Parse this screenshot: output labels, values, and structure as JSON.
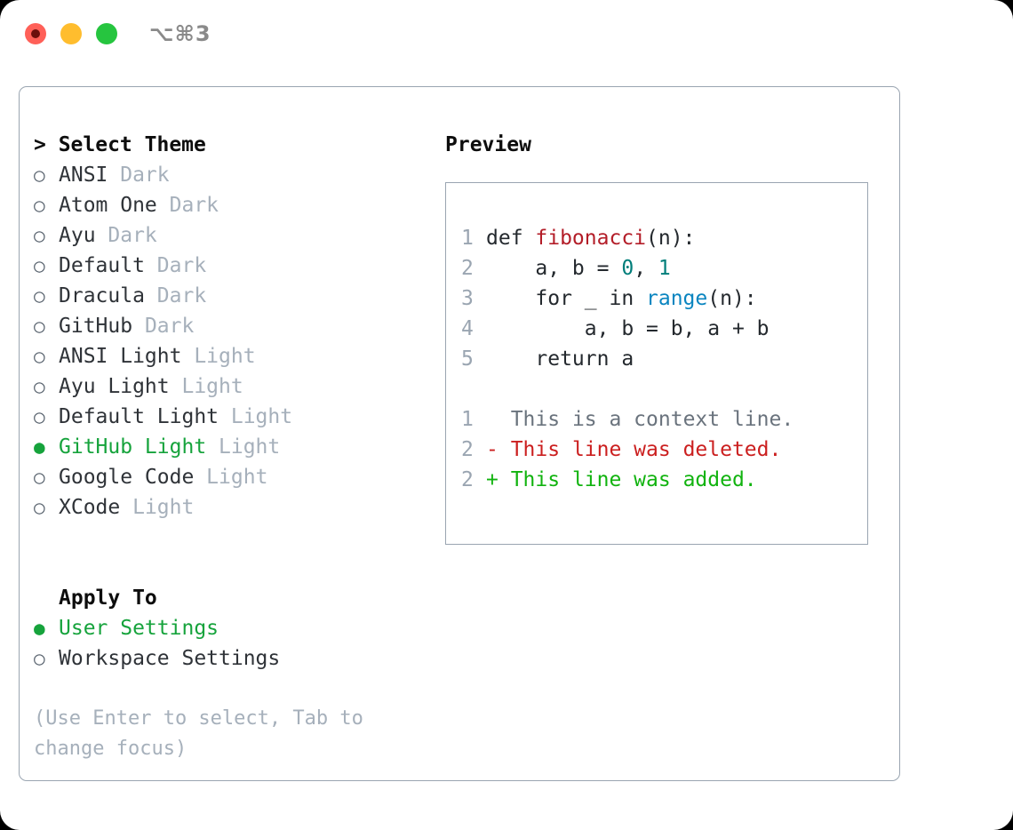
{
  "titlebar": {
    "shortcut": "⌥⌘3",
    "buttons": [
      {
        "name": "close",
        "color": "#ff6058"
      },
      {
        "name": "minimize",
        "color": "#ffbd2e"
      },
      {
        "name": "maximize",
        "color": "#26c53f"
      }
    ]
  },
  "colors": {
    "accent_green": "#16a33c",
    "muted": "#a6b0bb",
    "border": "#9aa5b1",
    "text": "#2f3338",
    "diff_add": "#11b30f",
    "diff_del": "#cb1f1f",
    "code_func": "#b31d28",
    "code_num": "#017e7a",
    "code_builtin": "#0a85c0"
  },
  "theme_section": {
    "header": "> Select Theme",
    "items": [
      {
        "marker": "○",
        "label": "ANSI",
        "badge": "Dark",
        "selected": false
      },
      {
        "marker": "○",
        "label": "Atom One",
        "badge": "Dark",
        "selected": false
      },
      {
        "marker": "○",
        "label": "Ayu",
        "badge": "Dark",
        "selected": false
      },
      {
        "marker": "○",
        "label": "Default",
        "badge": "Dark",
        "selected": false
      },
      {
        "marker": "○",
        "label": "Dracula",
        "badge": "Dark",
        "selected": false
      },
      {
        "marker": "○",
        "label": "GitHub",
        "badge": "Dark",
        "selected": false
      },
      {
        "marker": "○",
        "label": "ANSI Light",
        "badge": "Light",
        "selected": false
      },
      {
        "marker": "○",
        "label": "Ayu Light",
        "badge": "Light",
        "selected": false
      },
      {
        "marker": "○",
        "label": "Default Light",
        "badge": "Light",
        "selected": false
      },
      {
        "marker": "●",
        "label": "GitHub Light",
        "badge": "Light",
        "selected": true
      },
      {
        "marker": "○",
        "label": "Google Code",
        "badge": "Light",
        "selected": false
      },
      {
        "marker": "○",
        "label": "XCode",
        "badge": "Light",
        "selected": false
      }
    ]
  },
  "apply_section": {
    "header": "Apply To",
    "items": [
      {
        "marker": "●",
        "label": "User Settings",
        "selected": true
      },
      {
        "marker": "○",
        "label": "Workspace Settings",
        "selected": false
      }
    ]
  },
  "hint": "(Use Enter to select, Tab to change focus)",
  "preview": {
    "title": "Preview",
    "code_lines": [
      {
        "no": "1",
        "tokens": [
          {
            "t": "def ",
            "c": "plain"
          },
          {
            "t": "fibonacci",
            "c": "func"
          },
          {
            "t": "(n):",
            "c": "plain"
          }
        ]
      },
      {
        "no": "2",
        "tokens": [
          {
            "t": "    a, b = ",
            "c": "plain"
          },
          {
            "t": "0",
            "c": "num"
          },
          {
            "t": ", ",
            "c": "plain"
          },
          {
            "t": "1",
            "c": "num"
          }
        ]
      },
      {
        "no": "3",
        "tokens": [
          {
            "t": "    for _ in ",
            "c": "plain"
          },
          {
            "t": "range",
            "c": "builtin"
          },
          {
            "t": "(n):",
            "c": "plain"
          }
        ]
      },
      {
        "no": "4",
        "tokens": [
          {
            "t": "        a, b = b, a + b",
            "c": "plain"
          }
        ]
      },
      {
        "no": "5",
        "tokens": [
          {
            "t": "    return a",
            "c": "plain"
          }
        ]
      }
    ],
    "diff_lines": [
      {
        "no": "1",
        "sign": "  ",
        "text": "This is a context line.",
        "kind": "context"
      },
      {
        "no": "2",
        "sign": "- ",
        "text": "This line was deleted.",
        "kind": "del"
      },
      {
        "no": "2",
        "sign": "+ ",
        "text": "This line was added.",
        "kind": "add"
      }
    ]
  }
}
